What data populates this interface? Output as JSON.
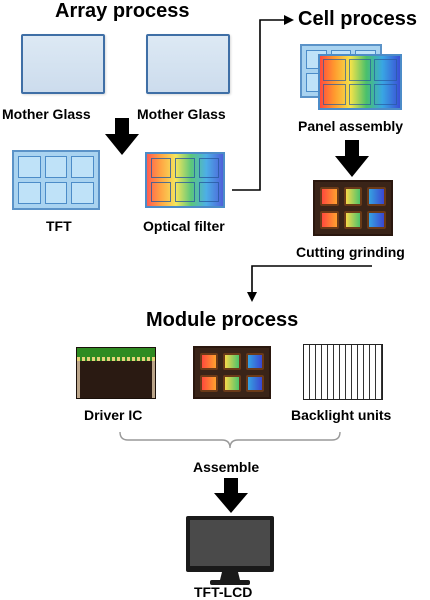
{
  "headings": {
    "array": "Array process",
    "cell": "Cell process",
    "module": "Module process"
  },
  "labels": {
    "mother_glass_1": "Mother Glass",
    "mother_glass_2": "Mother Glass",
    "tft": "TFT",
    "optical_filter": "Optical filter",
    "panel_assembly": "Panel assembly",
    "cutting_grinding": "Cutting grinding",
    "driver_ic": "Driver IC",
    "backlight_units": "Backlight units",
    "assemble": "Assemble",
    "tft_lcd": "TFT-LCD"
  },
  "colors": {
    "glass_border": "#3f6fa6",
    "glass_fill": "#d6e4f2",
    "tft_fill": "#bfe2f8",
    "panel_dark": "#3a2418",
    "pcb_green": "#2f8b22",
    "arrow": "#000000"
  },
  "icons": [
    "down-arrow-icon",
    "elbow-connector-icon",
    "bracket-icon",
    "monitor-icon"
  ]
}
